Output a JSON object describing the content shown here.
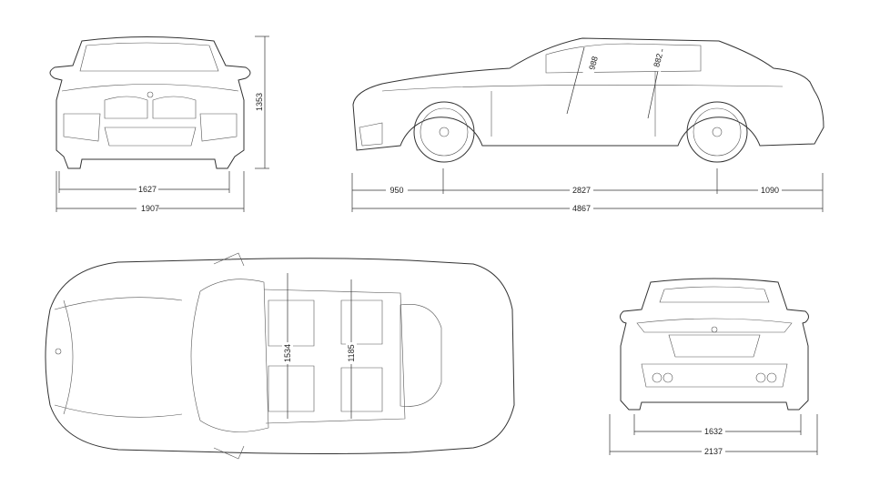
{
  "front_view": {
    "track_width": "1627",
    "overall_width": "1907",
    "height": "1353"
  },
  "side_view": {
    "front_overhang": "950",
    "wheelbase": "2827",
    "rear_overhang": "1090",
    "length": "4867",
    "front_headroom": "988",
    "rear_headroom": "882"
  },
  "top_view": {
    "front_shoulder_width": "1534",
    "rear_shoulder_width": "1185"
  },
  "rear_view": {
    "track_width": "1632",
    "overall_width": "2137"
  }
}
